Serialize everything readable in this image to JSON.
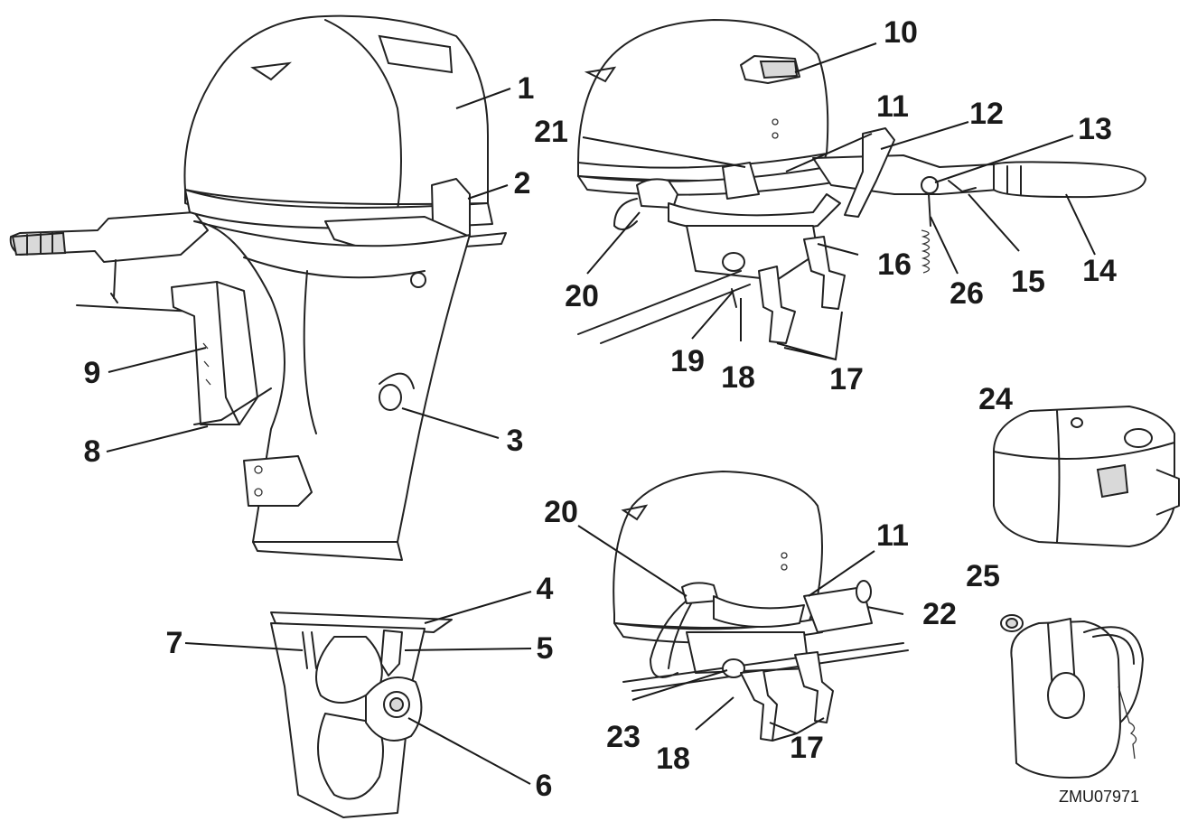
{
  "figure_code": "ZMU07971",
  "callouts": [
    "1",
    "2",
    "3",
    "4",
    "5",
    "6",
    "7",
    "8",
    "9",
    "10",
    "11",
    "12",
    "13",
    "14",
    "15",
    "16",
    "17",
    "18",
    "19",
    "20",
    "21",
    "26",
    "24",
    "20",
    "11",
    "22",
    "25",
    "23",
    "18",
    "17"
  ],
  "colors": {
    "line": "#222222",
    "shade": "#d9d9d9",
    "background": "#ffffff"
  }
}
